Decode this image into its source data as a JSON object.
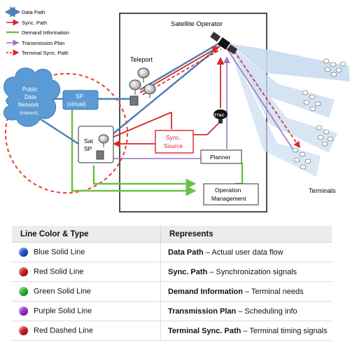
{
  "legend_top": {
    "items": [
      {
        "label": "Data Path",
        "color": "#4f7fb8",
        "style": "double-arrow"
      },
      {
        "label": "Sync. Path",
        "color": "#d9262a",
        "style": "arrow"
      },
      {
        "label": "Demand Information",
        "color": "#6cc04a",
        "style": "line"
      },
      {
        "label": "Transmission Plan",
        "color": "#9b74c4",
        "style": "arrow"
      },
      {
        "label": "Terminal Sync. Path",
        "color": "#d9262a",
        "style": "dashed-arrow"
      }
    ]
  },
  "diagram": {
    "satellite_operator": "Satellite Operator",
    "teleport": "Teleport",
    "public_network": [
      "Public",
      "Data",
      "Network",
      "(Interent)"
    ],
    "sp_virtual": [
      "SP",
      "(virtual)"
    ],
    "sat_sp": [
      "Sat",
      "SP"
    ],
    "sync_source": [
      "Sync.",
      "Source"
    ],
    "tt_c": "TT&C",
    "planner": "Planner",
    "operation_management": [
      "Operation",
      "Management"
    ],
    "terminals": "Terminals"
  },
  "table": {
    "headers": [
      "Line Color & Type",
      "Represents"
    ],
    "rows": [
      {
        "color": "#1f56d6",
        "type": "Blue Solid Line",
        "bold": "Data Path",
        "desc": " – Actual user data flow"
      },
      {
        "color": "#d61f1f",
        "type": "Red Solid Line",
        "bold": "Sync. Path",
        "desc": " – Synchronization signals"
      },
      {
        "color": "#2fbf2f",
        "type": "Green Solid Line",
        "bold": "Demand Information",
        "desc": " – Terminal needs"
      },
      {
        "color": "#9a2fd6",
        "type": "Purple Solid Line",
        "bold": "Transmission Plan",
        "desc": " – Scheduling info"
      },
      {
        "color": "#d61f1f",
        "type": "Red Dashed Line",
        "bold": "Terminal Sync. Path",
        "desc": " – Terminal timing signals"
      }
    ]
  },
  "colors": {
    "data_path": "#4f7fb8",
    "sync": "#d9262a",
    "demand": "#6cc04a",
    "plan": "#9b74c4",
    "cloud": "#5b9bd5",
    "sp_box": "#5b9bd5",
    "dashed_circle": "#e8402a"
  }
}
